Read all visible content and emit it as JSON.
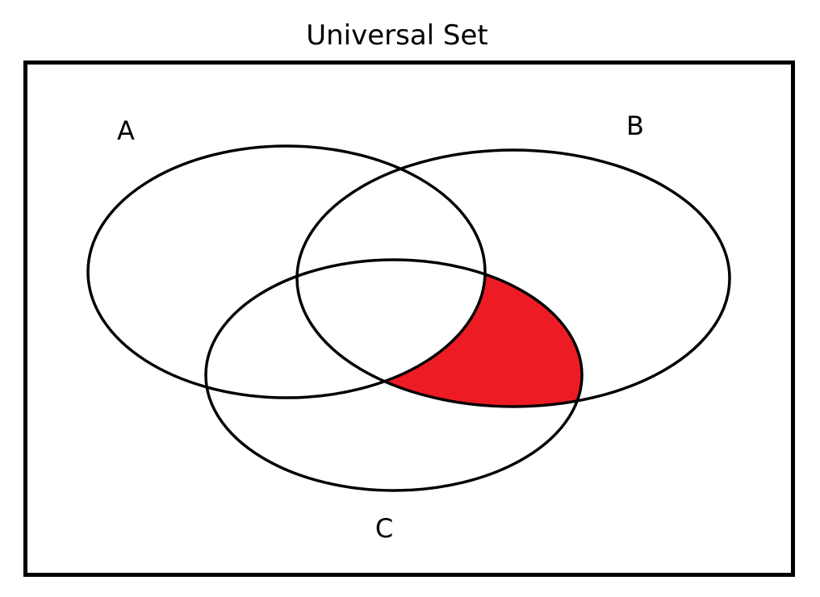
{
  "title": "Universal Set",
  "sets": [
    {
      "label": "A"
    },
    {
      "label": "B"
    },
    {
      "label": "C"
    }
  ],
  "highlight": {
    "region": "B intersection C excluding A",
    "color": "#ED1C24"
  },
  "colors": {
    "outline": "#000000",
    "background": "#FFFFFF"
  }
}
